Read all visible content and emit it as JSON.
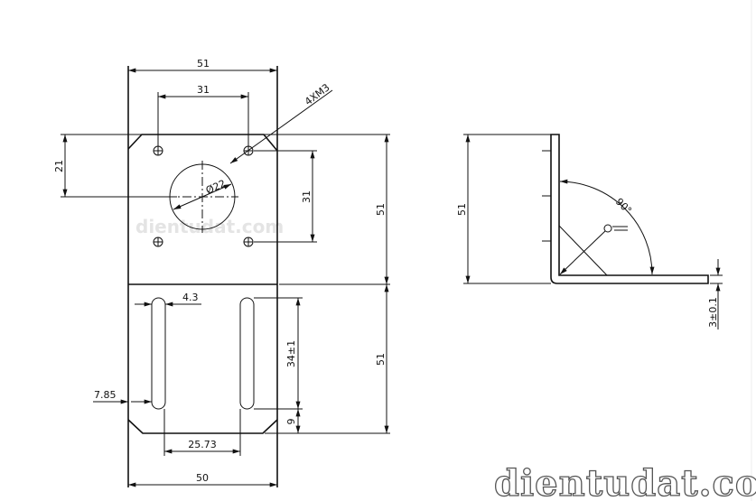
{
  "drawing": {
    "front_view": {
      "width_top": "51",
      "hole_spacing_h": "31",
      "thread_callout": "4XM3",
      "bore_diameter": "Ø22",
      "bore_offset": "21",
      "hole_spacing_v": "31",
      "height_upper": "51",
      "slot_width": "4.3",
      "slot_offset": "7.85",
      "slot_length": "34±1",
      "slot_bottom_gap": "9",
      "height_lower": "51",
      "slot_spacing": "25.73",
      "width_bottom": "50"
    },
    "side_view": {
      "height": "51",
      "angle": "90°",
      "thickness": "3±0.1"
    },
    "watermark_center": "dientudat.com",
    "watermark_corner": "dientudat.com"
  }
}
